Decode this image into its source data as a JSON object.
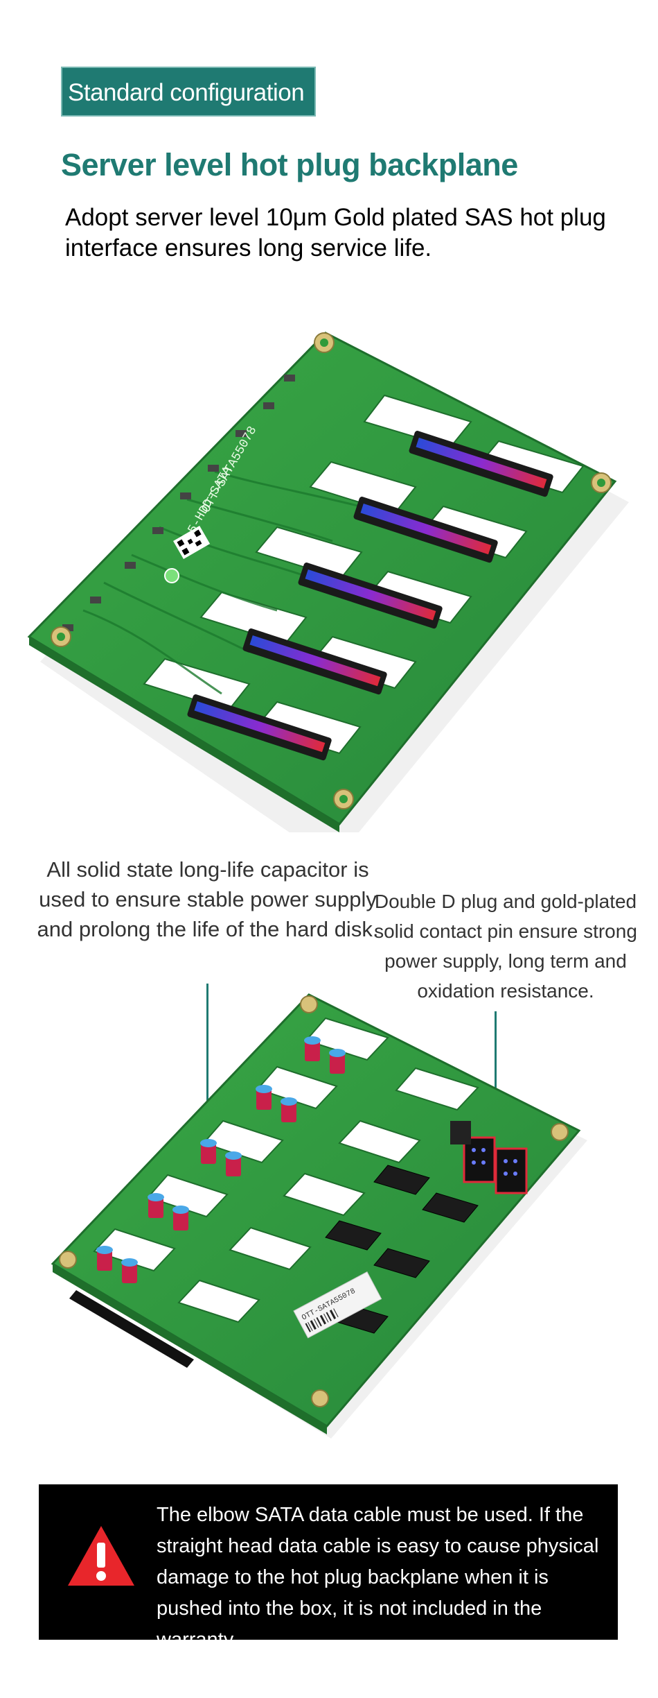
{
  "header": {
    "tag": "Standard configuration",
    "title": "Server level hot plug backplane",
    "subtitle": "Adopt server level 10μm Gold plated SAS hot plug interface ensures long service life."
  },
  "top_board": {
    "silkscreen_1": "OTT-SATA55078",
    "silkscreen_2": "5-HDD-SATA"
  },
  "captions": {
    "left": "All solid state long-life capacitor is used to ensure stable power supply and prolong the life of the hard disk.",
    "right": "Double D plug and gold-plated solid contact pin ensure strong power supply, long term and oxidation resistance."
  },
  "bottom_board": {
    "label": "OTT-SATA55078"
  },
  "warning": {
    "icon": "warning-triangle-icon",
    "text": "The elbow SATA data cable must be used. If the straight head data cable is easy to cause physical damage to the hot plug backplane when it is pushed into the box, it is not included in the warranty."
  },
  "colors": {
    "accent": "#1f7a72",
    "pcb": "#2f9a3a",
    "warning_red": "#e8262b"
  }
}
